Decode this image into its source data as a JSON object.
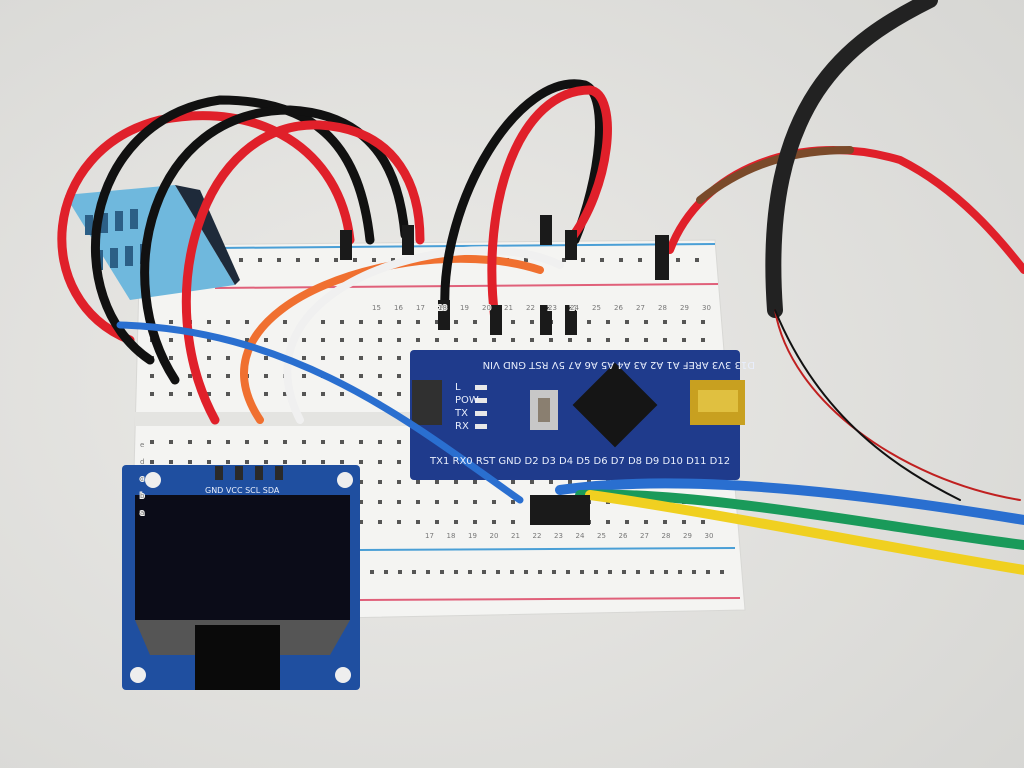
{
  "scene": {
    "oled": {
      "pin_labels": "GND VCC SCL SDA"
    },
    "arduino": {
      "top_pins": [
        "VIN",
        "GND",
        "RST",
        "5V",
        "A7",
        "A6",
        "A5",
        "A4",
        "A3",
        "A2",
        "A1",
        "AREF",
        "3V3",
        "D13"
      ],
      "bottom_pins": [
        "TX1",
        "RX0",
        "RST",
        "GND",
        "D2",
        "D3",
        "D4",
        "D5",
        "D6",
        "D7",
        "D8",
        "D9",
        "D10",
        "D11",
        "D12"
      ],
      "led_labels": [
        "L",
        "POW",
        "TX",
        "RX"
      ]
    },
    "breadboard": {
      "top_numbers": [
        "15",
        "16",
        "17",
        "18",
        "19",
        "20",
        "21",
        "22",
        "23",
        "24",
        "25",
        "26",
        "27",
        "28",
        "29",
        "30"
      ],
      "bottom_numbers": [
        "17",
        "18",
        "19",
        "20",
        "21",
        "22",
        "23",
        "24",
        "25",
        "26",
        "27",
        "28",
        "29",
        "30"
      ],
      "row_letters": [
        "e",
        "d",
        "c",
        "b",
        "a"
      ]
    },
    "colors": {
      "background": "#e6e6e3",
      "board": "#1f3b8c",
      "breadboard": "#f4f4f2",
      "sensor": "#6fb8dd"
    }
  }
}
